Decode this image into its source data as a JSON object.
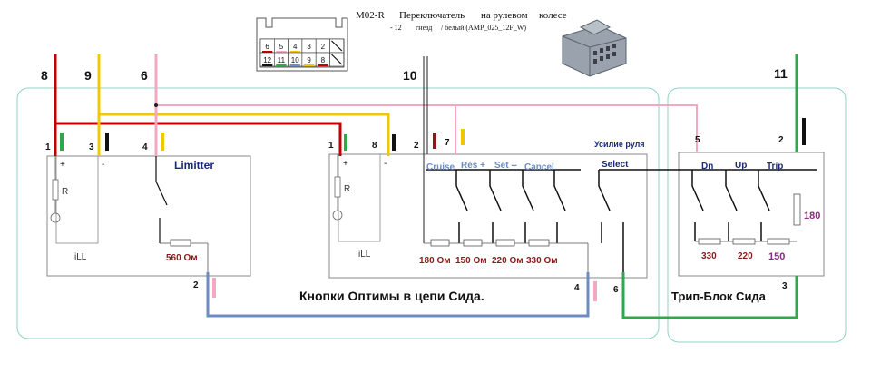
{
  "header": {
    "title_code": "M02-R",
    "title_text": "Переключатель",
    "title_text2": "на рулевом",
    "title_text3": "колесе",
    "subtitle": "- 12",
    "subtitle2": "гнезд",
    "subtitle3": "/ белый (AMP_025_12F_W)",
    "pinmap_top": [
      "6",
      "5",
      "4",
      "3",
      "2",
      ""
    ],
    "pinmap_bottom": [
      "12",
      "11",
      "10",
      "9",
      "8",
      ""
    ]
  },
  "wires": {
    "w8": "8",
    "w9": "9",
    "w6": "6",
    "w10": "10",
    "w11": "11"
  },
  "left_block": {
    "pin1": "1",
    "pin3": "3",
    "pin4": "4",
    "plus": "+",
    "minus": "-",
    "resistor": "R",
    "ill": "iLL",
    "switch_label": "Limitter",
    "res_value": "560 Ом",
    "pin2": "2"
  },
  "middle_block": {
    "pin1": "1",
    "pin8": "8",
    "pin2": "2",
    "pin7": "7",
    "plus": "+",
    "minus": "-",
    "resistor": "R",
    "ill": "iLL",
    "btn_cruise": "Cruise",
    "btn_res": "Res +",
    "btn_set": "Set --",
    "btn_cancel": "Cancel",
    "btn_select": "Select",
    "amp_label": "Усилие руля",
    "r1": "180 Ом",
    "r2": "150 Ом",
    "r3": "220 Ом",
    "r4": "330 Ом",
    "pin4": "4",
    "caption": "Кнопки Оптимы в цепи Сида."
  },
  "right_block": {
    "pin5": "5",
    "pin2": "2",
    "pin3": "3",
    "pin6": "6",
    "btn_dn": "Dn",
    "btn_up": "Up",
    "btn_trip": "Trip",
    "r1": "330",
    "r2": "220",
    "r3": "150",
    "r_side": "180",
    "caption": "Трип-Блок Сида"
  },
  "colors": {
    "red": "#c00000",
    "darkred": "#9a1010",
    "yellow": "#f0c800",
    "pink": "#f4a7c0",
    "green": "#2ea84a",
    "blue": "#6d8dc0",
    "teal": "#8fd3c4",
    "purple": "#8a2a7e",
    "maroon": "#8a1a1a",
    "navy": "#1a2a7a"
  }
}
